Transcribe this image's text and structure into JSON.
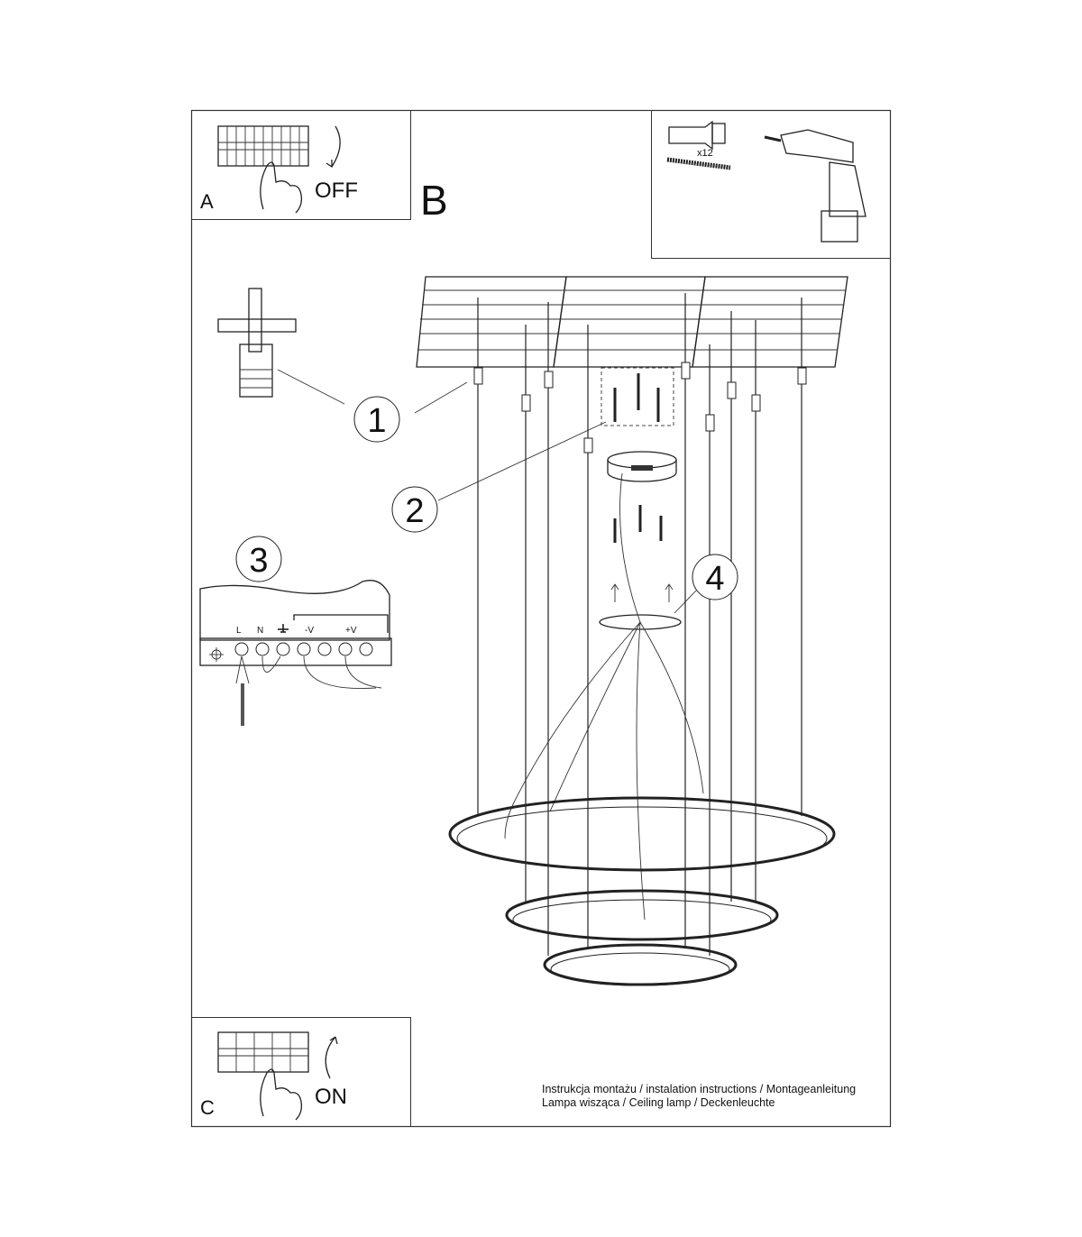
{
  "panel_a": {
    "letter": "A",
    "label": "OFF",
    "icon": "breaker-switch-off-icon"
  },
  "panel_b": {
    "letter": "B"
  },
  "panel_c": {
    "letter": "C",
    "label": "ON",
    "icon": "breaker-switch-on-icon"
  },
  "hardware": {
    "quantity": "x12",
    "icons": [
      "wall-plug-icon",
      "screw-icon",
      "drill-icon"
    ]
  },
  "steps": [
    "1",
    "2",
    "3",
    "4"
  ],
  "terminal": {
    "labels": [
      "L",
      "N",
      "-V",
      "+V"
    ],
    "ground_icon": "ground-icon"
  },
  "footer": {
    "line1": "Instrukcja montażu / instalation instructions / Montageanleitung",
    "line2": "Lampa wisząca / Ceiling lamp / Deckenleuchte"
  }
}
